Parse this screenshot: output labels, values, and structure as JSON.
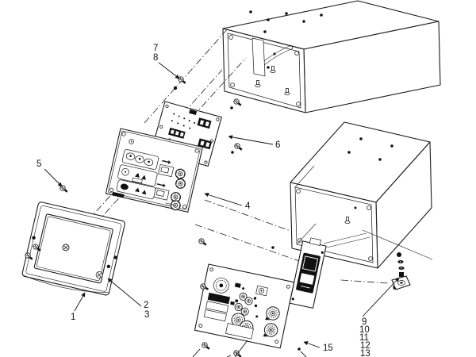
{
  "figure": {
    "type": "exploded-parts-diagram",
    "background": "#ffffff",
    "line_color": "#1b1b1b"
  },
  "callouts": [
    {
      "label": "1"
    },
    {
      "label": "2"
    },
    {
      "label": "3"
    },
    {
      "label": "4"
    },
    {
      "label": "5"
    },
    {
      "label": "6"
    },
    {
      "label": "7"
    },
    {
      "label": "8"
    },
    {
      "label": "9"
    },
    {
      "label": "10"
    },
    {
      "label": "11"
    },
    {
      "label": "12"
    },
    {
      "label": "13"
    },
    {
      "label": "15"
    }
  ]
}
